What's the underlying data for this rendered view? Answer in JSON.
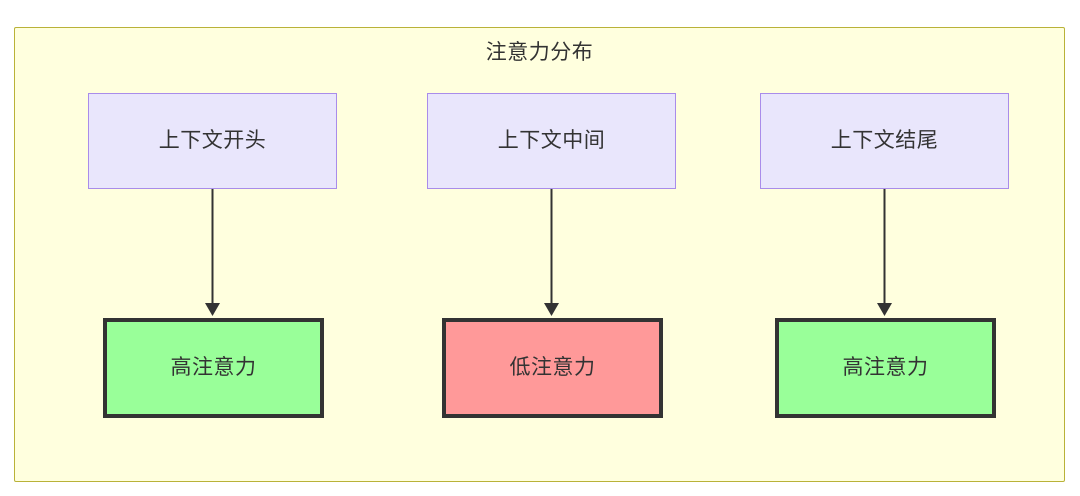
{
  "diagram": {
    "title": "注意力分布",
    "colors": {
      "container_fill": "#ffffde",
      "container_border": "#b9b238",
      "source_fill": "#e9e6fc",
      "source_border": "#a98cea",
      "high_attention_fill": "#99ff99",
      "low_attention_fill": "#ff9999",
      "node_border": "#333333",
      "text": "#333333",
      "edge": "#333333"
    },
    "sources": [
      {
        "id": "context-start",
        "label": "上下文开头"
      },
      {
        "id": "context-middle",
        "label": "上下文中间"
      },
      {
        "id": "context-end",
        "label": "上下文结尾"
      }
    ],
    "outcomes": [
      {
        "id": "high-attention-start",
        "label": "高注意力",
        "level": "high"
      },
      {
        "id": "low-attention-middle",
        "label": "低注意力",
        "level": "low"
      },
      {
        "id": "high-attention-end",
        "label": "高注意力",
        "level": "high"
      }
    ],
    "edges": [
      {
        "from": "上下文开头",
        "to": "高注意力"
      },
      {
        "from": "上下文中间",
        "to": "低注意力"
      },
      {
        "from": "上下文结尾",
        "to": "高注意力"
      }
    ]
  }
}
